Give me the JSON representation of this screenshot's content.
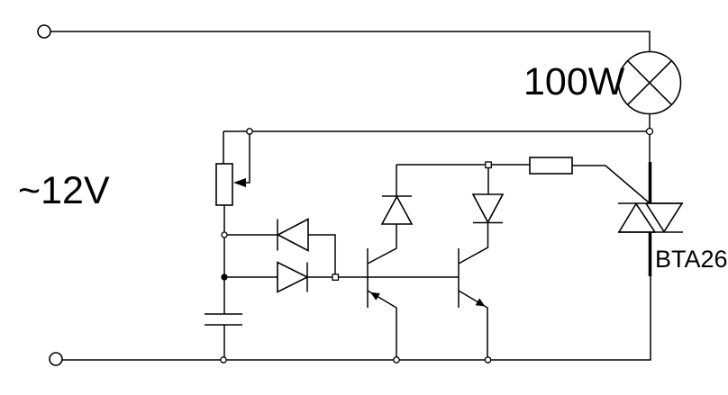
{
  "labels": {
    "source_voltage": "~12V",
    "lamp_power": "100W",
    "triac_part_number": "BTA26"
  },
  "colors": {
    "line": "#000000",
    "text": "#000000",
    "background": "#ffffff"
  },
  "components": [
    "ac-source-terminal-top",
    "ac-source-terminal-bottom",
    "lamp",
    "potentiometer",
    "capacitor",
    "antiparallel-diode-pair",
    "upper-vertical-diode-left",
    "upper-vertical-diode-right",
    "pnp-transistor",
    "npn-transistor",
    "gate-resistor",
    "triac"
  ]
}
